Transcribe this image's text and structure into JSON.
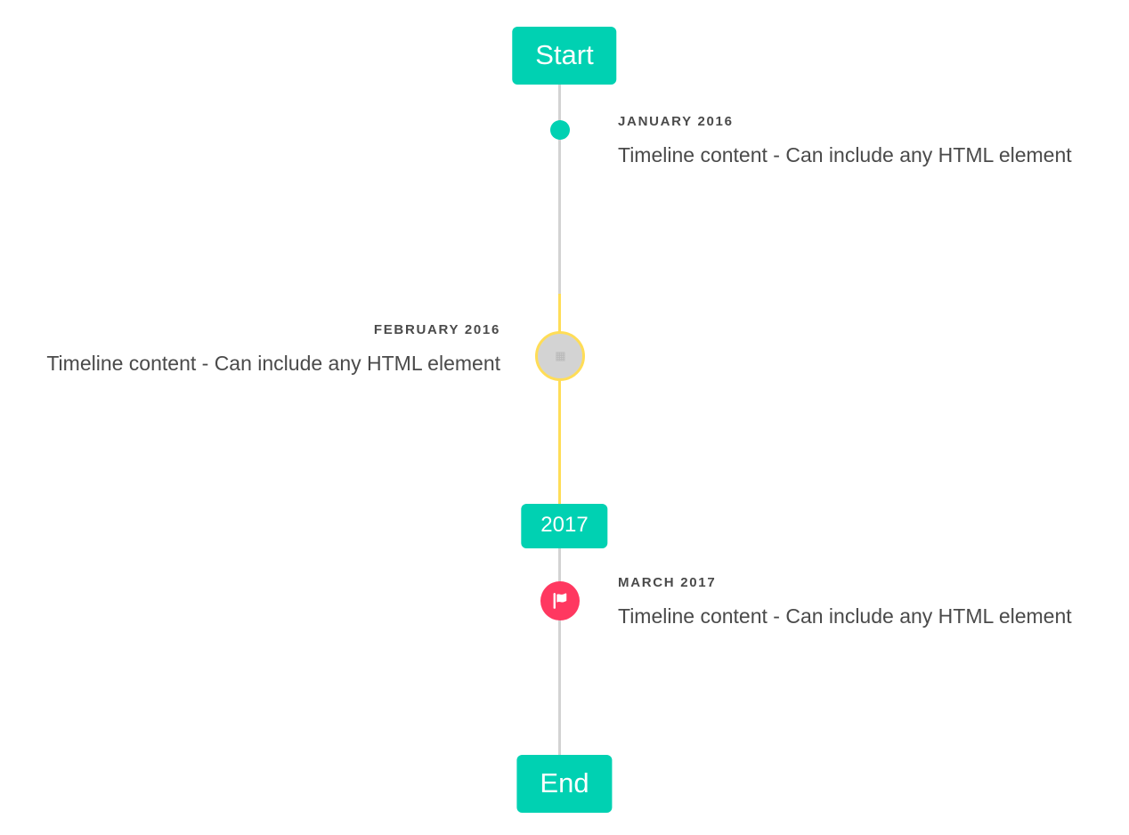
{
  "timeline": {
    "header_badge": {
      "label": "Start",
      "color": "#00d1b2"
    },
    "mid_badge": {
      "label": "2017",
      "color": "#00d1b2"
    },
    "footer_badge": {
      "label": "End",
      "color": "#00d1b2"
    },
    "rail_color": "#d3d3d3",
    "rail_highlight_color": "#ffdd57",
    "items": [
      {
        "heading": "JANUARY 2016",
        "body": "Timeline content - Can include any HTML element",
        "side": "right",
        "marker": "dot-marker",
        "marker_color": "#00d1b2"
      },
      {
        "heading": "FEBRUARY 2016",
        "body": "Timeline content - Can include any HTML element",
        "side": "left",
        "marker": "broken-image-marker",
        "marker_color": "#ffdd57",
        "marker_fill": "#d3d3d3",
        "marker_glyph": "⛶"
      },
      {
        "heading": "MARCH 2017",
        "body": "Timeline content - Can include any HTML element",
        "side": "right",
        "marker": "flag-marker",
        "marker_color": "#ff3860"
      }
    ]
  }
}
